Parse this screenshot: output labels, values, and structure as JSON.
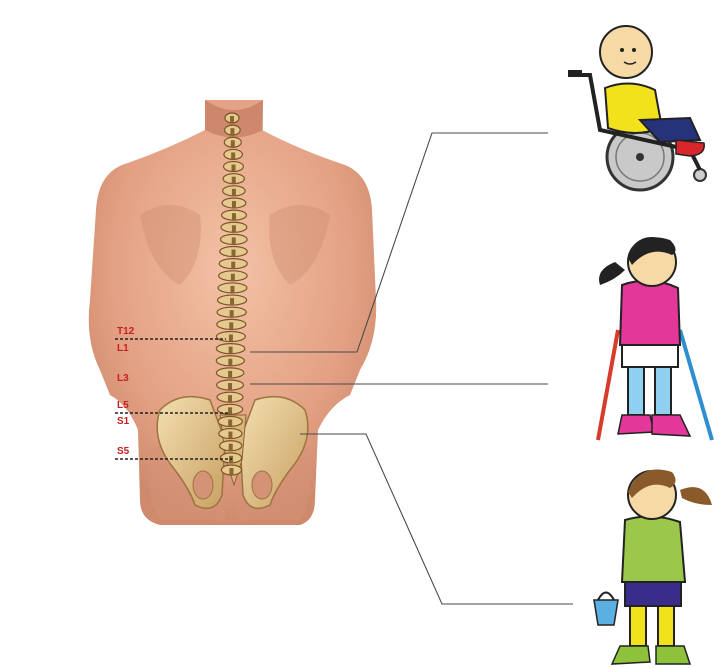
{
  "labels": {
    "t12": "T12",
    "l1": "L1",
    "l3": "L3",
    "l5": "L5",
    "s1": "S1",
    "s5": "S5"
  },
  "figures": [
    {
      "name": "child-in-wheelchair",
      "level_group": "T12-L1"
    },
    {
      "name": "child-with-forearm-crutches",
      "level_group": "L3"
    },
    {
      "name": "child-walking-with-braces",
      "level_group": "S1"
    }
  ],
  "colors": {
    "level_label": "#c8201e",
    "connector": "#4a4a4a",
    "skin": "#e7a98c",
    "bone": "#e6c98f"
  }
}
